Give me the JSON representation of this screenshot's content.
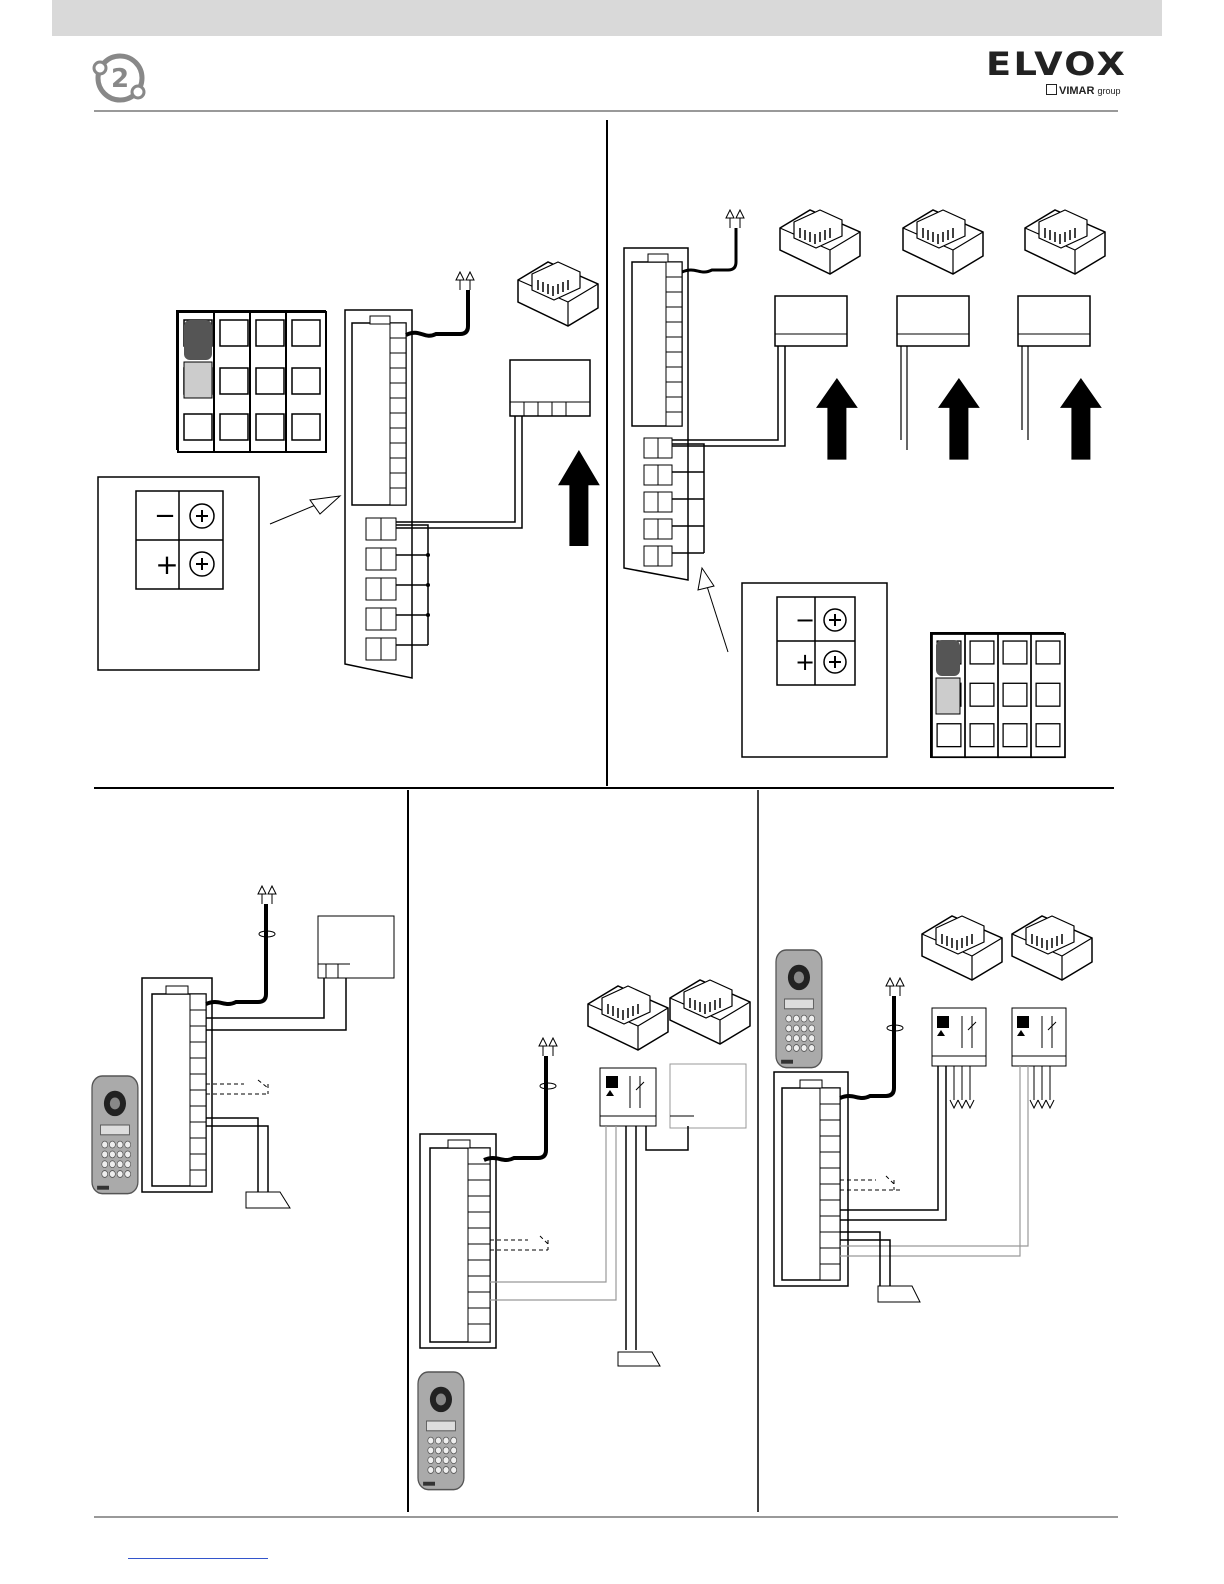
{
  "header": {
    "brand": "ELVOX",
    "group_brand": "VIMAR",
    "group_suffix": "group",
    "system_logo_glyph": "2"
  },
  "diagrams": {
    "terminal_polarity": {
      "minus": "−",
      "plus": "+"
    }
  },
  "footer": {
    "link_text": ""
  }
}
